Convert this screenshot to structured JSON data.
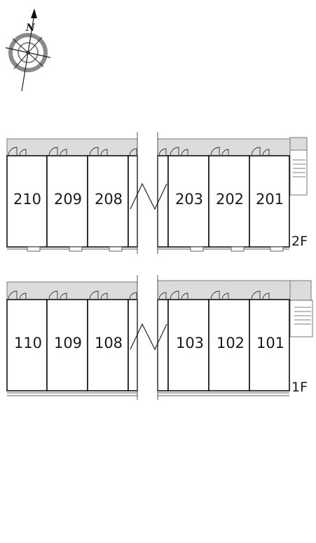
{
  "compass": {
    "north_letter": "N"
  },
  "floors": [
    {
      "label": "2F",
      "units_left": [
        "210",
        "209",
        "208"
      ],
      "units_right": [
        "203",
        "202",
        "201"
      ]
    },
    {
      "label": "1F",
      "units_left": [
        "110",
        "109",
        "108"
      ],
      "units_right": [
        "103",
        "102",
        "101"
      ]
    }
  ],
  "colors": {
    "corridor": "#dcdcdc",
    "wall": "#111111"
  }
}
